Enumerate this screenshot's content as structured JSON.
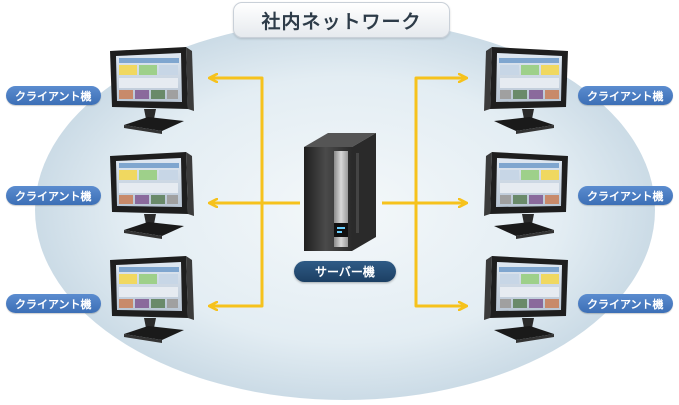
{
  "title": "社内ネットワーク",
  "server": {
    "label": "サーバー機"
  },
  "clients": [
    {
      "label": "クライアント機",
      "side": "left"
    },
    {
      "label": "クライアント機",
      "side": "left"
    },
    {
      "label": "クライアント機",
      "side": "left"
    },
    {
      "label": "クライアント機",
      "side": "right"
    },
    {
      "label": "クライアント機",
      "side": "right"
    },
    {
      "label": "クライアント機",
      "side": "right"
    }
  ],
  "colors": {
    "network_area": "#dfe9ef",
    "arrow": "#f6c21c",
    "client_label": "#4a7dc4",
    "server_label": "#24496f",
    "monitor_body": "#222222",
    "server_body": "#3a3a3a"
  },
  "icons": {
    "client": "monitor-icon",
    "server": "server-tower-icon"
  }
}
